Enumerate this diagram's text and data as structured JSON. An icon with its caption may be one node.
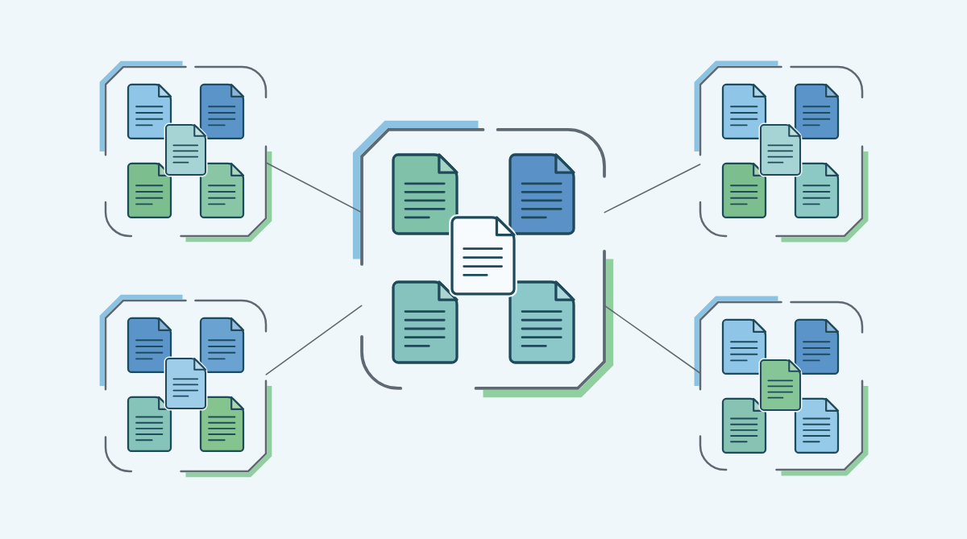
{
  "diagram": {
    "nodes": [
      {
        "text": [],
        "shape": "box"
      },
      {
        "text": [],
        "shape": "box"
      },
      {
        "text": [],
        "shape": "box"
      },
      {
        "text": [],
        "shape": "box"
      },
      {
        "text": [],
        "shape": "box"
      }
    ],
    "edges": [
      {
        "from": 1,
        "to": 0,
        "arrow": "none"
      },
      {
        "from": 1,
        "to": 2,
        "arrow": "none"
      },
      {
        "from": 1,
        "to": 3,
        "arrow": "none"
      },
      {
        "from": 1,
        "to": 4,
        "arrow": "none"
      }
    ]
  }
}
